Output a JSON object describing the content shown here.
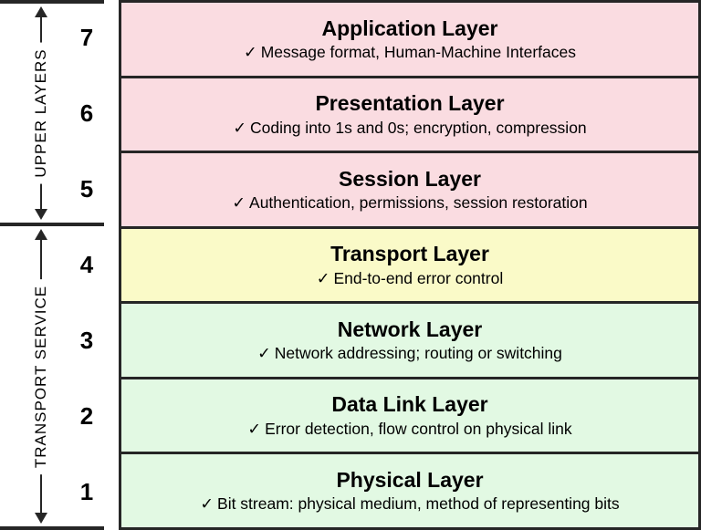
{
  "colors": {
    "upper_layers_bg": "#fadce1",
    "transport_bg": "#fafac8",
    "lower_layers_bg": "#e2f9e3",
    "line": "#262626"
  },
  "glyphs": {
    "checkmark": "✓"
  },
  "left_rail": {
    "sections": [
      {
        "label": "UPPER LAYERS"
      },
      {
        "label": "TRANSPORT SERVICE"
      }
    ]
  },
  "layers": [
    {
      "number": "7",
      "title": "Application Layer",
      "description": "Message format, Human-Machine Interfaces",
      "group": "upper"
    },
    {
      "number": "6",
      "title": "Presentation Layer",
      "description": "Coding into 1s and 0s; encryption, compression",
      "group": "upper"
    },
    {
      "number": "5",
      "title": "Session Layer",
      "description": "Authentication, permissions, session restoration",
      "group": "upper"
    },
    {
      "number": "4",
      "title": "Transport Layer",
      "description": "End-to-end error control",
      "group": "transport"
    },
    {
      "number": "3",
      "title": "Network Layer",
      "description": "Network addressing; routing or switching",
      "group": "lower"
    },
    {
      "number": "2",
      "title": "Data Link Layer",
      "description": "Error detection, flow control on physical link",
      "group": "lower"
    },
    {
      "number": "1",
      "title": "Physical Layer",
      "description": "Bit stream: physical medium, method of representing bits",
      "group": "lower"
    }
  ]
}
